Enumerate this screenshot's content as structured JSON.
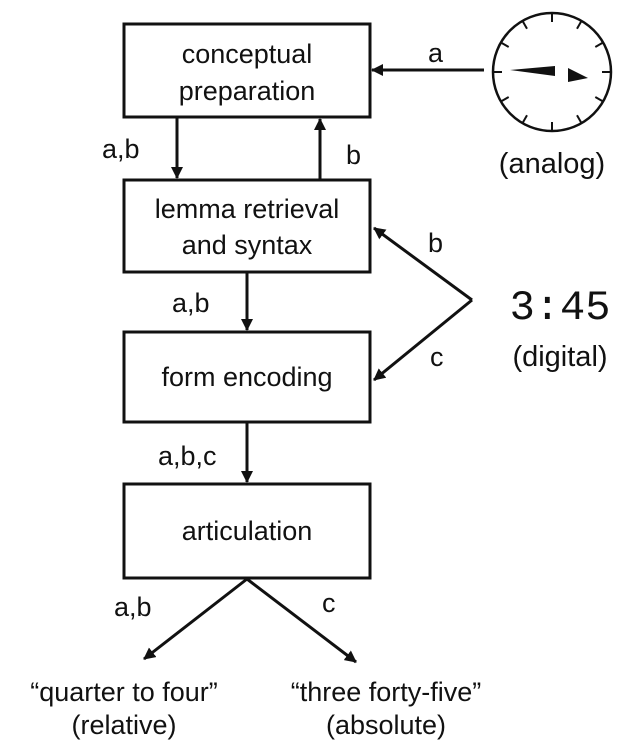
{
  "boxes": {
    "conceptual": {
      "line1": "conceptual",
      "line2": "preparation"
    },
    "lemma": {
      "line1": "lemma retrieval",
      "line2": "and syntax"
    },
    "form": {
      "line1": "form encoding"
    },
    "articulation": {
      "line1": "articulation"
    }
  },
  "edge_labels": {
    "concept_to_lemma": "a,b",
    "lemma_to_concept": "b",
    "clock_to_concept": "a",
    "lemma_to_form": "a,b",
    "form_to_articulation": "a,b,c",
    "digital_to_lemma": "b",
    "digital_to_form": "c",
    "out_relative": "a,b",
    "out_absolute": "c"
  },
  "analog_clock": {
    "caption": "(analog)",
    "hour": 3,
    "minute": 45
  },
  "digital_clock": {
    "display": "3:45",
    "caption": "(digital)"
  },
  "outputs": {
    "relative": {
      "phrase": "“quarter to four”",
      "caption": "(relative)"
    },
    "absolute": {
      "phrase": "“three forty-five”",
      "caption": "(absolute)"
    }
  }
}
